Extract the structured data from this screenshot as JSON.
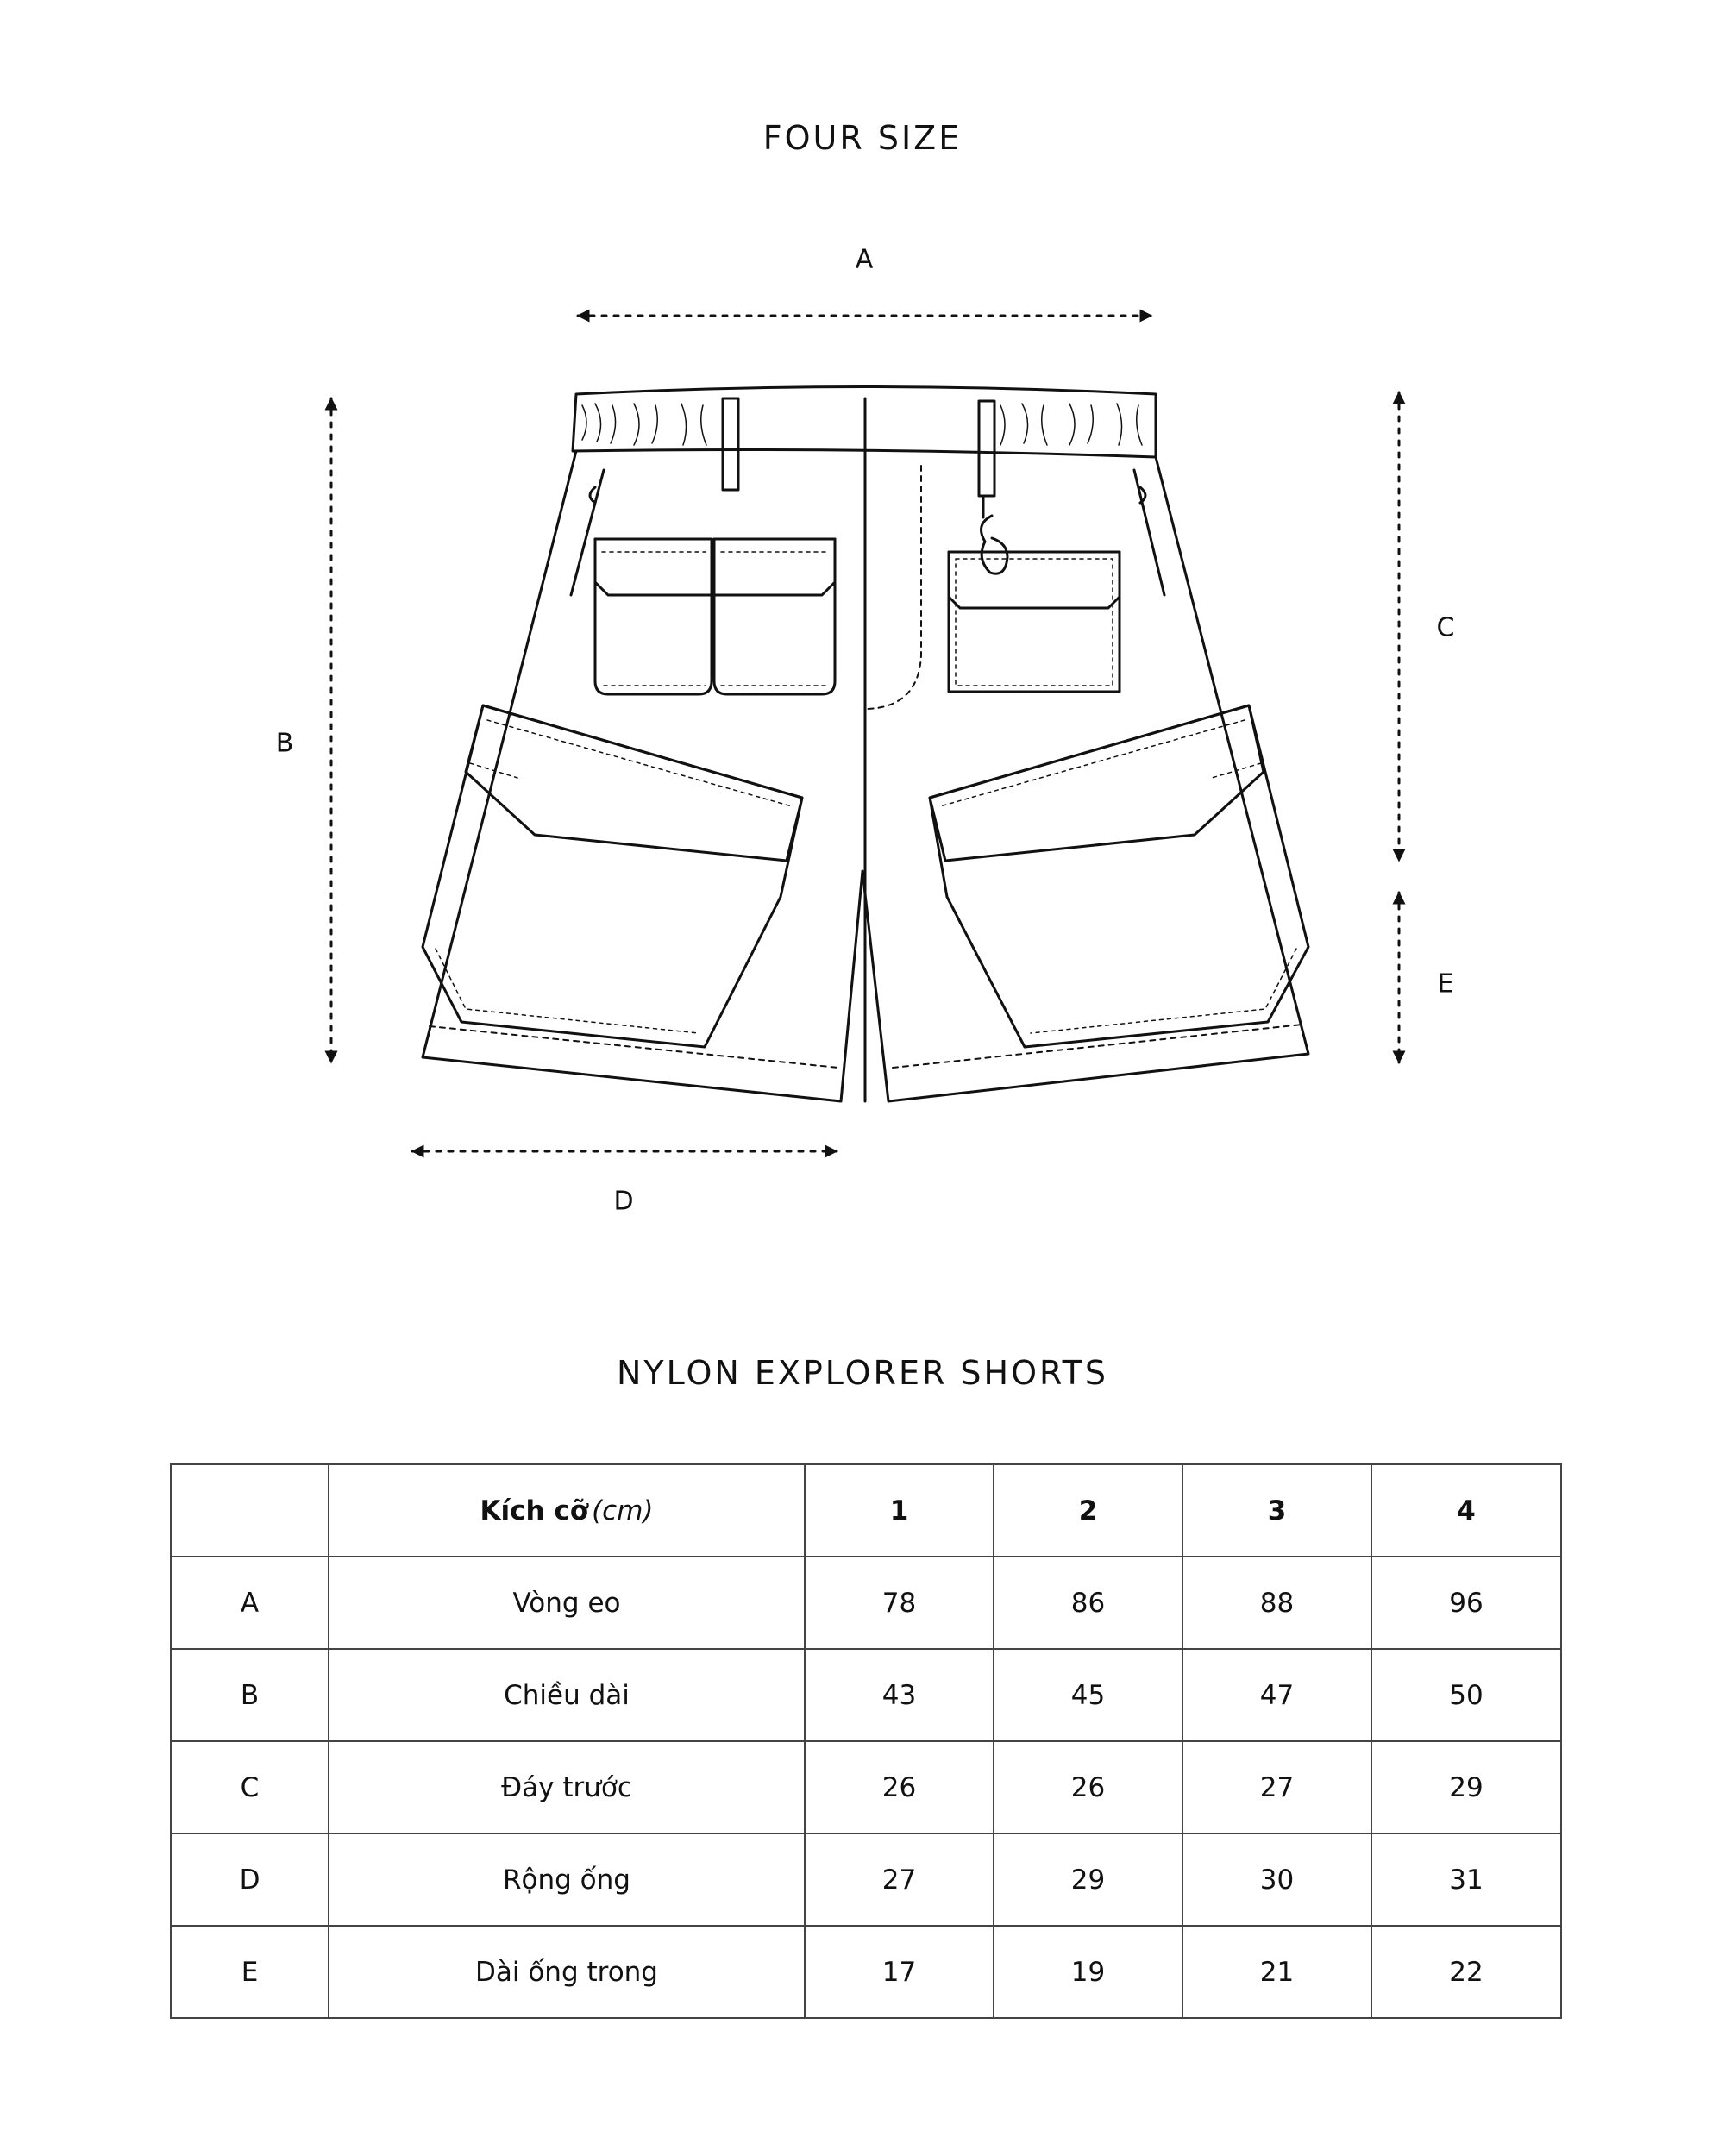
{
  "diagram": {
    "title": "FOUR SIZE",
    "labels": {
      "a": "A",
      "b": "B",
      "c": "C",
      "d": "D",
      "e": "E"
    }
  },
  "table": {
    "title": "NYLON EXPLORER SHORTS",
    "header": {
      "size_bold": "Kích cỡ",
      "size_unit": "(cm)",
      "sizes": [
        "1",
        "2",
        "3",
        "4"
      ]
    },
    "rows": [
      {
        "code": "A",
        "name": "Vòng eo",
        "values": [
          "78",
          "86",
          "88",
          "96"
        ]
      },
      {
        "code": "B",
        "name": "Chiều dài",
        "values": [
          "43",
          "45",
          "47",
          "50"
        ]
      },
      {
        "code": "C",
        "name": "Đáy trước",
        "values": [
          "26",
          "26",
          "27",
          "29"
        ]
      },
      {
        "code": "D",
        "name": "Rộng ống",
        "values": [
          "27",
          "29",
          "30",
          "31"
        ]
      },
      {
        "code": "E",
        "name": "Dài ống trong",
        "values": [
          "17",
          "19",
          "21",
          "22"
        ]
      }
    ]
  }
}
